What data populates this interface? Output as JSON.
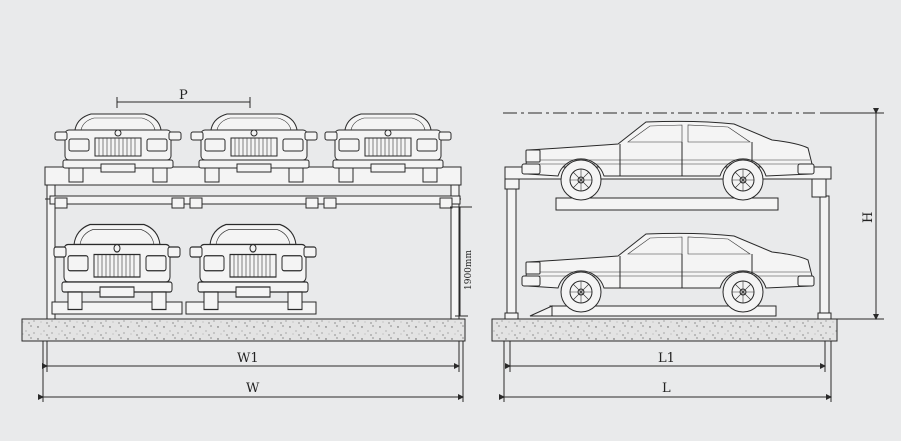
{
  "diagram": {
    "labels": {
      "pitch": "P",
      "inner_width": "W1",
      "outer_width": "W",
      "inner_length": "L1",
      "outer_length": "L",
      "height": "H",
      "clearance": "1900mm"
    },
    "colors": {
      "background": "#e9eaeb",
      "line": "#2a2a2a",
      "ground": "#e3e3e3"
    },
    "front_view": {
      "upper_cars": 3,
      "lower_cars": 2
    },
    "side_view": {
      "cars": 2
    }
  }
}
